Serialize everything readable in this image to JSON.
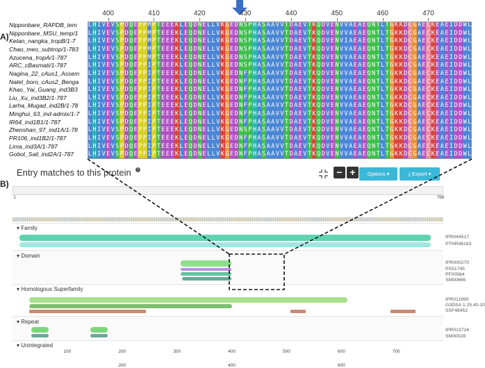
{
  "panel_a": {
    "label": "A)",
    "ruler_labels": [
      "400",
      "410",
      "420",
      "430",
      "440",
      "450",
      "460",
      "470"
    ],
    "sequences": [
      {
        "name": "Nipponbare_RAPDB_tem",
        "seq": "LHIVEVSPDQEPPMPTEEEKLEQDNELLVKGEDNSPHASAAVVTDAEVTKQDVENVVAEAEQNTLTGKKDCGAECKEAEIDDWL"
      },
      {
        "name": "Nipponbare_MSU_temp/1",
        "seq": "LHIVEVSPDQEPPMPTEEEKLEQDNELLVKGEDNSPHASAAVVTDAEVTKQDVENVVAEAEQNTLTGKKDCGAECKEAEIDDWL"
      },
      {
        "name": "Ketan_nangka_tropB/1-7",
        "seq": "LHIVEVSPDQEPPMPTEEEKLEQDNELLVKGEDNSPHASAAVVTDAEVTKQDVENVIAEAEQNTLTGKKDCGAECKEAEIDDWL"
      },
      {
        "name": "Chao_meo_subtrop/1-783",
        "seq": "LHIVEVSPDQEPPMPTEEEKLEQDNELLVKGEDNSPHASAAVVTDAEVTKQDVENVVAEAEQNTLTGKKDCGAECKEAEIDDWL"
      },
      {
        "name": "Azucena_tropA/1-787",
        "seq": "LHIVEVSPDQEPPMPTEEEKLEQDNELLVKGEDNSPHASAAVVTDAEVTKQDVENVVAEAEQNTLTGKKDCGAECKEAEIDDWL"
      },
      {
        "name": "ARC_cBasmati/1-787",
        "seq": "LHIVEVSPDQEPPIPTEEEKLEQDNELLVKGEDNSPHASAAVVTDAEVTKQDVENVVAEAEQNTLTGKKDCGAECKEAEIDDWL"
      },
      {
        "name": "Nagina_22_cAus1_Assem",
        "seq": "LHIVEVSPDQEPPIPTEEEKLEQDNELLVKGEDNFPHASAAVVTDAEVTKQDVENVVAEAEQNTLTGKKDCGAECKEAEIDDWL"
      },
      {
        "name": "Natel_boro_cAus2_Benga",
        "seq": "LHIVEVSPDQEPPIPTEEEKLEQDNELLVKGEDNFPHASAAVVTDAEVTKQDVENVVAEAEQNTLTGKKDCGAECKEAEIDDWL"
      },
      {
        "name": "Khao_Yai_Guang_ind3B3",
        "seq": "LHIVEVSPDQEPPIPTEEEKLEQDNELLVKGEDNFPHASAAVVTDAEVTKQDVENVVAEAEQNTLTGKKDCGAECKEAEIDDWL"
      },
      {
        "name": "Liu_Xu_ind3B2/1-787",
        "seq": "LHIVEVSPDQEPPIPTEEEKLEQDNELLVKGEDNFPHASAAVVTDAEVTKQDVENVVAEAEQNTLTGKKDCGAECKEAEIDDWL"
      },
      {
        "name": "Larha_Mugad_ind2B/1-78",
        "seq": "LHIVEVSPDQEPPIPTEEEKLEQDNELLVKGEDNFPHASAAVVTDAEVTKQDVENVVAEAEQNTLTGKKDCGAECKEAEIDDWL"
      },
      {
        "name": "Minghui_63_ind-admix/1-7",
        "seq": "LHIVEVSPDQEPPIPTEEEKLEQDNELLVKGEDNFPHASAAVVTDAEVTKQDVENVVAEAEQNTLTGKKDCGAECKEAEIDDWL"
      },
      {
        "name": "IR64_ind1B1/1-787",
        "seq": "LHIVEVSPDQEPPIPTEEEKLEQDNELLVKGEDNFPHASAAVVTDAEVTKQDVENVVAEAEQNTLTGKKDCGAECKEAEIDDWL"
      },
      {
        "name": "Zhenshan_97_ind1A/1-78",
        "seq": "LHIVEVSPDQEPPIPTEEEKLEQDNELLVKGEDNSPHASAAVVTDAEVTKQDVENVVAEAEQNTLTGKKDCGAECKEAEIDDWL"
      },
      {
        "name": "PR106_ind1B2/1-787",
        "seq": "LHIVEVSPDQEPPIPTEEEKLEQDNELLVKGEDNFPHASAAVVTDAEVTKQDVENVVAEAEQNTLTGKKDCGAECKEAEIDDWL"
      },
      {
        "name": "Lima_ind3A/1-787",
        "seq": "LHIVEVSPDQEPPIPTEEEKLEQDNELLVKGEDNFPHASAAVVTDAEVTKQDVENVVAEAEQNTLTGKKDCGAECKEAEIDDWL"
      },
      {
        "name": "Gobol_Sail_ind2A/1-787",
        "seq": "LHIVEVSPDQEPPIPTEEEKLEQDNELLVKGEDNFPHASAAVVTDAEVTKQDVENVVAEAEQNTLTGKKDCGAECKEAEIDDWL"
      }
    ],
    "residue_colors": {
      "L": "#4a86d6",
      "I": "#4a86d6",
      "V": "#4a86d6",
      "M": "#4a86d6",
      "A": "#4a86d6",
      "W": "#4a86d6",
      "F": "#4a86d6",
      "C": "#e88fa0",
      "E": "#b04fc4",
      "D": "#b04fc4",
      "K": "#d8453c",
      "R": "#d8453c",
      "H": "#2fb3b0",
      "Y": "#2fb3b0",
      "S": "#3fbf4c",
      "T": "#3fbf4c",
      "N": "#3fbf4c",
      "Q": "#3fbf4c",
      "G": "#e9943a",
      "P": "#d9cf2b"
    }
  },
  "panel_b": {
    "label": "B)",
    "title": "Entry matches to this protein",
    "info_icon": "info-circle-icon",
    "options_label": "Options",
    "export_label": "Export",
    "minus_label": "−",
    "plus_label": "+",
    "axis_start": "1",
    "axis_end": "786",
    "top_ticks": [
      "100",
      "200",
      "300",
      "400",
      "500",
      "600",
      "700"
    ],
    "second_ticks": [
      "200",
      "400",
      "600"
    ],
    "tracks": {
      "family": {
        "label": "Family",
        "ids": [
          "IPR044517",
          "PTHR46183"
        ]
      },
      "domain": {
        "label": "Domain",
        "ids": [
          "IPR000270",
          "PS51745",
          "PF00564",
          "SM00666"
        ]
      },
      "superfamily": {
        "label": "Homologous Superfamily",
        "ids": [
          "IPR011990",
          "G3DSA:1.25.40.10",
          "SSF48452"
        ]
      },
      "repeat": {
        "label": "Repeat",
        "ids": [
          "IPR013724",
          "SM00028"
        ]
      },
      "unintegrated": {
        "label": "Unintegrated"
      }
    },
    "colors": {
      "teal": "#5fd3b0",
      "light_teal": "#9ee8e0",
      "green": "#7ad87a",
      "lime": "#a8e08c",
      "purple": "#b890e6",
      "brown": "#c98a72",
      "button": "#3bb8d8"
    }
  }
}
